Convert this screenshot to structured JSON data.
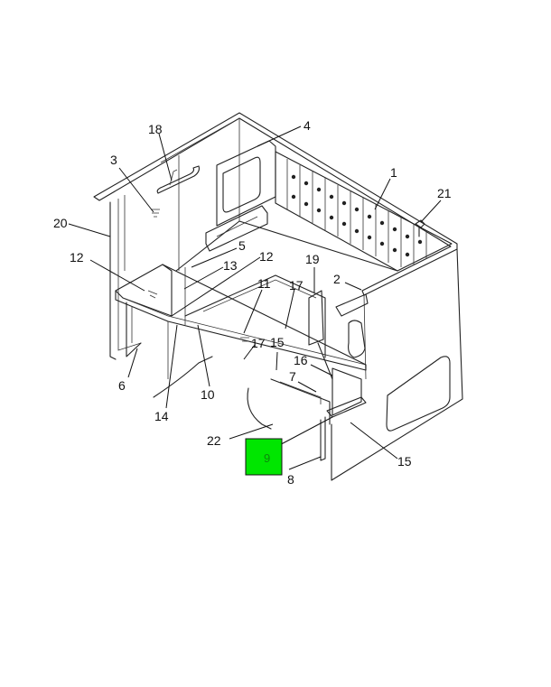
{
  "callouts": [
    "1",
    "2",
    "3",
    "4",
    "5",
    "6",
    "7",
    "8",
    "9",
    "10",
    "11",
    "12",
    "13",
    "14",
    "15",
    "16",
    "17",
    "18",
    "19",
    "20",
    "21",
    "22"
  ],
  "highlighted_callout": "9",
  "highlight_color": "#00e600"
}
